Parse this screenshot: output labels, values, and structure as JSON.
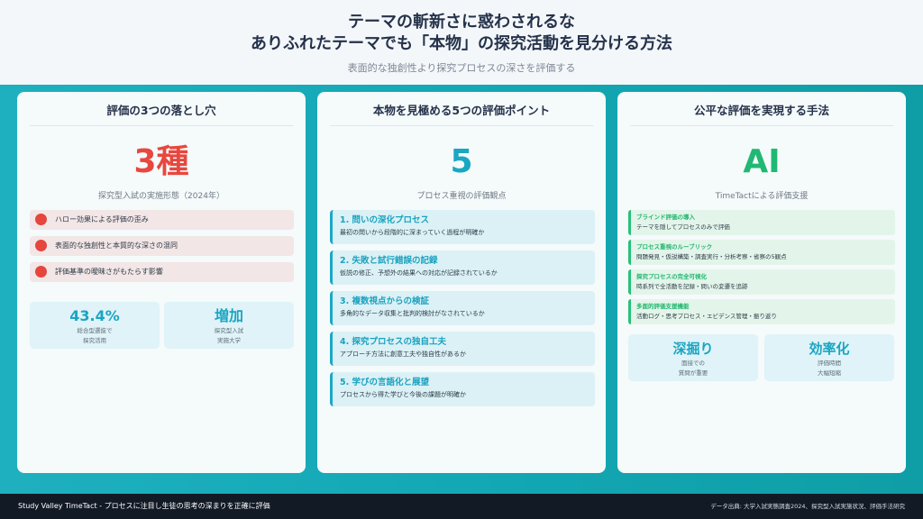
{
  "header": {
    "title_line1": "テーマの斬新さに惑わされるな",
    "title_line2": "ありふれたテーマでも「本物」の探究活動を見分ける方法",
    "subtitle": "表面的な独創性より探究プロセスの深さを評価する"
  },
  "panel1": {
    "title": "評価の3つの落とし穴",
    "big": "3種",
    "caption": "探究型入試の実施形態（2024年）",
    "pitfalls": [
      "ハロー効果による評価の歪み",
      "表面的な独創性と本質的な深さの混同",
      "評価基準の曖昧さがもたらす影響"
    ],
    "stats": [
      {
        "value": "43.4%",
        "label1": "総合型選抜で",
        "label2": "探究活用"
      },
      {
        "value": "増加",
        "label1": "探究型入試",
        "label2": "実施大学"
      }
    ],
    "accent": "#e8473e"
  },
  "panel2": {
    "title": "本物を見極める5つの評価ポイント",
    "big": "5",
    "caption": "プロセス重視の評価観点",
    "points": [
      {
        "title": "1. 問いの深化プロセス",
        "desc": "最初の問いから段階的に深まっていく過程が明確か"
      },
      {
        "title": "2. 失敗と試行錯誤の記録",
        "desc": "仮説の修正、予想外の結果への対応が記録されているか"
      },
      {
        "title": "3. 複数視点からの検証",
        "desc": "多角的なデータ収集と批判的検討がなされているか"
      },
      {
        "title": "4. 探究プロセスの独自工夫",
        "desc": "アプローチ方法に創意工夫や独自性があるか"
      },
      {
        "title": "5. 学びの言語化と展望",
        "desc": "プロセスから得た学びと今後の課題が明確か"
      }
    ],
    "accent": "#19a7c4"
  },
  "panel3": {
    "title": "公平な評価を実現する手法",
    "big": "AI",
    "caption": "TimeTactによる評価支援",
    "methods": [
      {
        "title": "ブラインド評価の導入",
        "desc": "テーマを隠してプロセスのみで評価"
      },
      {
        "title": "プロセス重視のルーブリック",
        "desc": "問題発見・仮説構築・調査実行・分析考察・省察の5観点"
      },
      {
        "title": "探究プロセスの完全可視化",
        "desc": "時系列で全活動を記録・問いの変遷を追跡"
      },
      {
        "title": "多面的評価支援機能",
        "desc": "活動ログ・思考プロセス・エビデンス管理・振り返り"
      }
    ],
    "stats": [
      {
        "value": "深掘り",
        "label1": "面接での",
        "label2": "質問が重要"
      },
      {
        "value": "効率化",
        "label1": "評価時間",
        "label2": "大幅短縮"
      }
    ],
    "accent": "#21b873"
  },
  "footer": {
    "left": "Study Valley TimeTact - プロセスに注目し生徒の思考の深まりを正確に評価",
    "right": "データ出典: 大学入試実態調査2024、探究型入試実施状況、評価手法研究"
  }
}
